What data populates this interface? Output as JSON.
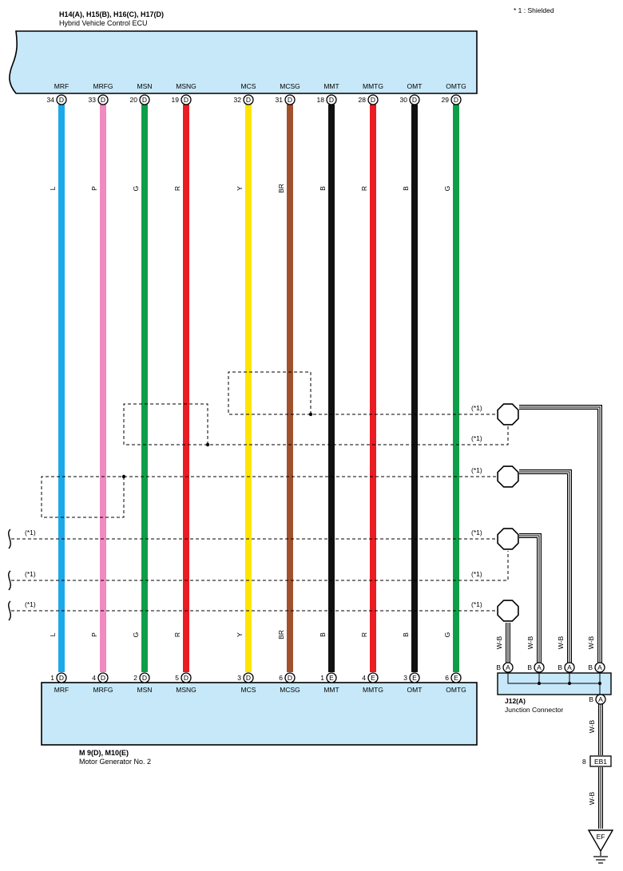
{
  "legend": "* 1 : Shielded",
  "ecu": {
    "connectors": "H14(A), H15(B), H16(C), H17(D)",
    "name": "Hybrid Vehicle Control ECU",
    "fill": "#c6e8f8"
  },
  "motor": {
    "connectors": "M 9(D), M10(E)",
    "name": "Motor Generator No. 2"
  },
  "wires": [
    {
      "signal": "MRF",
      "top_pin": "34",
      "top_conn": "D",
      "bottom_pin": "1",
      "bottom_conn": "D",
      "color_code": "L",
      "hex": "#1ba9e8"
    },
    {
      "signal": "MRFG",
      "top_pin": "33",
      "top_conn": "D",
      "bottom_pin": "4",
      "bottom_conn": "D",
      "color_code": "P",
      "hex": "#f08ac0"
    },
    {
      "signal": "MSN",
      "top_pin": "20",
      "top_conn": "D",
      "bottom_pin": "2",
      "bottom_conn": "D",
      "color_code": "G",
      "hex": "#0e9e48"
    },
    {
      "signal": "MSNG",
      "top_pin": "19",
      "top_conn": "D",
      "bottom_pin": "5",
      "bottom_conn": "D",
      "color_code": "R",
      "hex": "#ea1c24"
    },
    {
      "signal": "MCS",
      "top_pin": "32",
      "top_conn": "D",
      "bottom_pin": "3",
      "bottom_conn": "D",
      "color_code": "Y",
      "hex": "#ffe400"
    },
    {
      "signal": "MCSG",
      "top_pin": "31",
      "top_conn": "D",
      "bottom_pin": "6",
      "bottom_conn": "D",
      "color_code": "BR",
      "hex": "#a0522d"
    },
    {
      "signal": "MMT",
      "top_pin": "18",
      "top_conn": "D",
      "bottom_pin": "1",
      "bottom_conn": "E",
      "color_code": "B",
      "hex": "#111111"
    },
    {
      "signal": "MMTG",
      "top_pin": "28",
      "top_conn": "D",
      "bottom_pin": "4",
      "bottom_conn": "E",
      "color_code": "R",
      "hex": "#ea1c24"
    },
    {
      "signal": "OMT",
      "top_pin": "30",
      "top_conn": "D",
      "bottom_pin": "3",
      "bottom_conn": "E",
      "color_code": "B",
      "hex": "#111111"
    },
    {
      "signal": "OMTG",
      "top_pin": "29",
      "top_conn": "D",
      "bottom_pin": "6",
      "bottom_conn": "E",
      "color_code": "G",
      "hex": "#0e9e48"
    }
  ],
  "shield_label": "(*1)",
  "junction": {
    "id": "J12(A)",
    "name": "Junction Connector",
    "pin_letter": "A",
    "pin_color": "B",
    "lead_color": "W-B"
  },
  "eb1": {
    "pin": "8",
    "label": "EB1",
    "wire_color": "W-B"
  },
  "ground": {
    "label": "EF"
  }
}
